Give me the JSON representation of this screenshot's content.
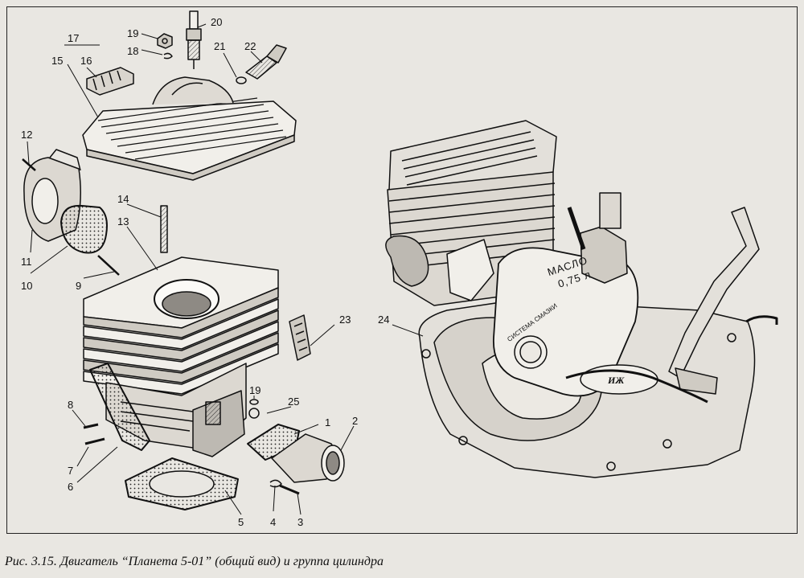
{
  "caption": "Рис. 3.15. Двигатель “Планета 5-01” (общий вид) и группа цилиндра",
  "oil_tank": {
    "line1": "МАСЛО",
    "line2": "0,75 л",
    "ring": "СИСТЕМА СМАЗКИ"
  },
  "logo": "ИЖ",
  "callouts": [
    "1",
    "2",
    "3",
    "4",
    "5",
    "6",
    "7",
    "8",
    "9",
    "10",
    "11",
    "12",
    "13",
    "14",
    "15",
    "16",
    "17",
    "18",
    "19",
    "19",
    "20",
    "21",
    "22",
    "23",
    "24",
    "25"
  ],
  "colors": {
    "paper": "#e9e7e2",
    "ink": "#111111"
  }
}
